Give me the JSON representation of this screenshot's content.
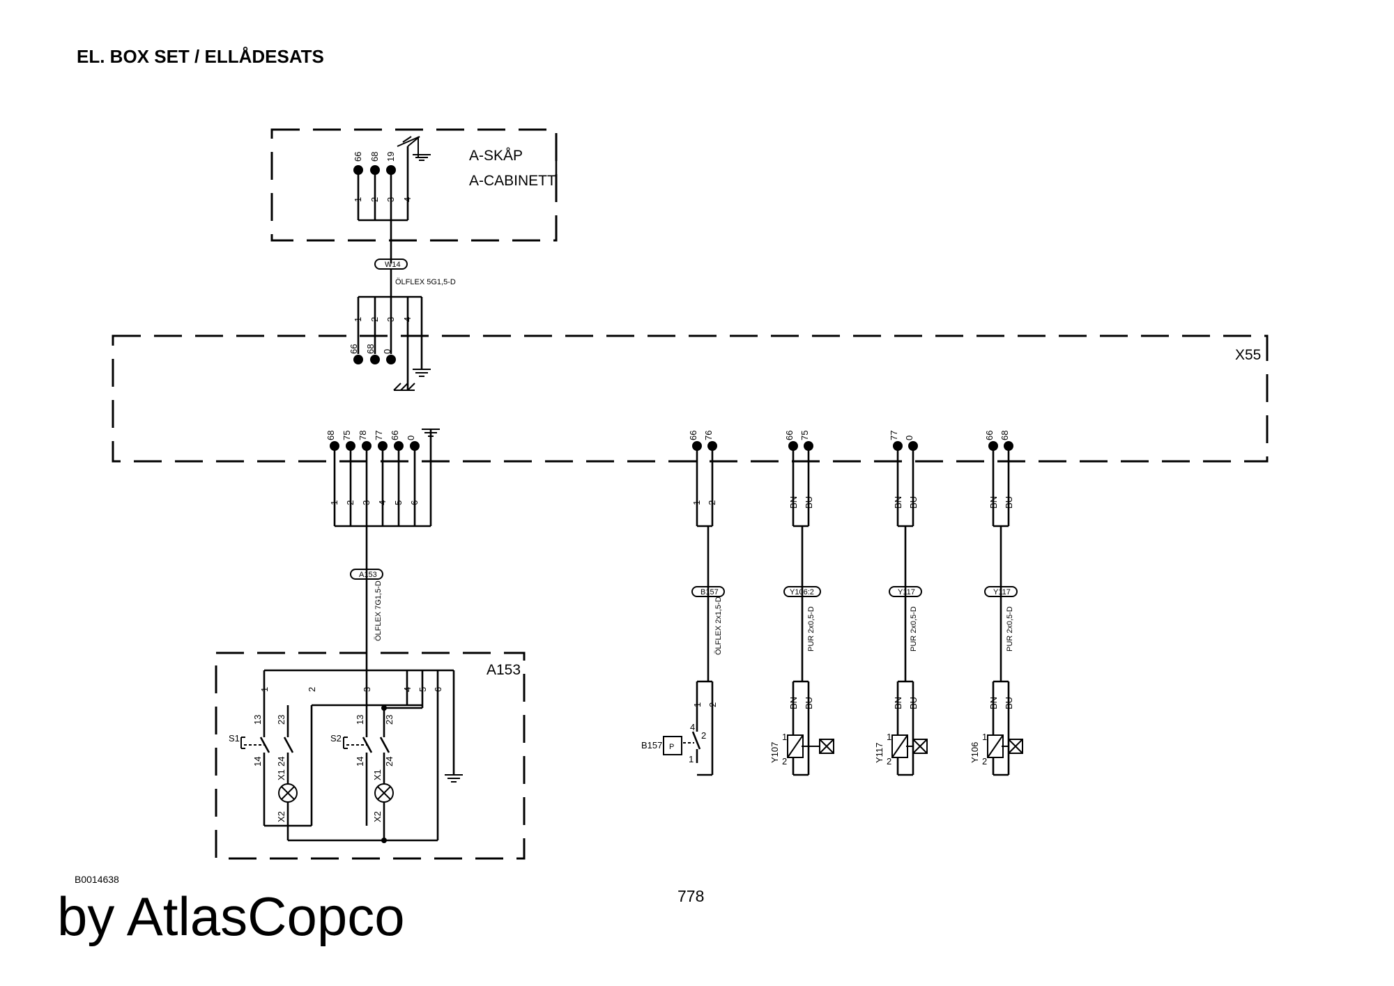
{
  "title": "EL. BOX SET / ELLÅDESATS",
  "cabinet": {
    "line1": "A-SKÅP",
    "line2": "A-CABINETT",
    "pins_top": [
      "66",
      "68",
      "19"
    ],
    "pins_num": [
      "1",
      "2",
      "3",
      "4"
    ]
  },
  "cable_w14": {
    "tag": "W14",
    "spec": "ÖLFLEX 5G1,5-D"
  },
  "x55": {
    "label": "X55",
    "left_pins_num": [
      "1",
      "2",
      "3",
      "4"
    ],
    "left_terms": [
      "66",
      "68",
      "0"
    ],
    "group1_terms": [
      "68",
      "75",
      "78",
      "77",
      "66",
      "0"
    ],
    "group1_pins": [
      "1",
      "2",
      "3",
      "4",
      "5",
      "6"
    ],
    "group2_terms": [
      "66",
      "76"
    ],
    "group2_pins": [
      "1",
      "2"
    ],
    "group3_terms": [
      "66",
      "75"
    ],
    "group4_terms": [
      "77",
      "0"
    ],
    "group5_terms": [
      "66",
      "68"
    ]
  },
  "wire_colors": [
    "BN",
    "BU"
  ],
  "cable_a153": {
    "tag": "A153",
    "spec": "ÖLFLEX 7G1,5-D"
  },
  "cable_b157": {
    "tag": "B157",
    "spec": "ÖLFLEX 2x1,5-D"
  },
  "cable_y106_2": {
    "tag": "Y106:2",
    "spec": "PUR 2x0,5-D"
  },
  "cable_y117a": {
    "tag": "Y117",
    "spec": "PUR 2x0,5-D"
  },
  "cable_y117b": {
    "tag": "Y117",
    "spec": "PUR 2x0,5-D"
  },
  "a153": {
    "label": "A153",
    "pins": [
      "1",
      "2",
      "3",
      "4",
      "5",
      "6"
    ],
    "s1": "S1",
    "s2": "S2",
    "contacts": [
      "13",
      "14",
      "23",
      "24"
    ],
    "lamp": [
      "X1",
      "X2"
    ]
  },
  "b157": {
    "label": "B157",
    "pins": [
      "1",
      "2"
    ],
    "sw_pins": [
      "4",
      "2",
      "1"
    ],
    "p": "P"
  },
  "valves": [
    {
      "label": "Y107",
      "pins": [
        "1",
        "2"
      ]
    },
    {
      "label": "Y117",
      "pins": [
        "1",
        "2"
      ]
    },
    {
      "label": "Y106",
      "pins": [
        "1",
        "2"
      ]
    }
  ],
  "doc_id": "B0014638",
  "page_number": "778",
  "brand": "by AtlasCopco"
}
